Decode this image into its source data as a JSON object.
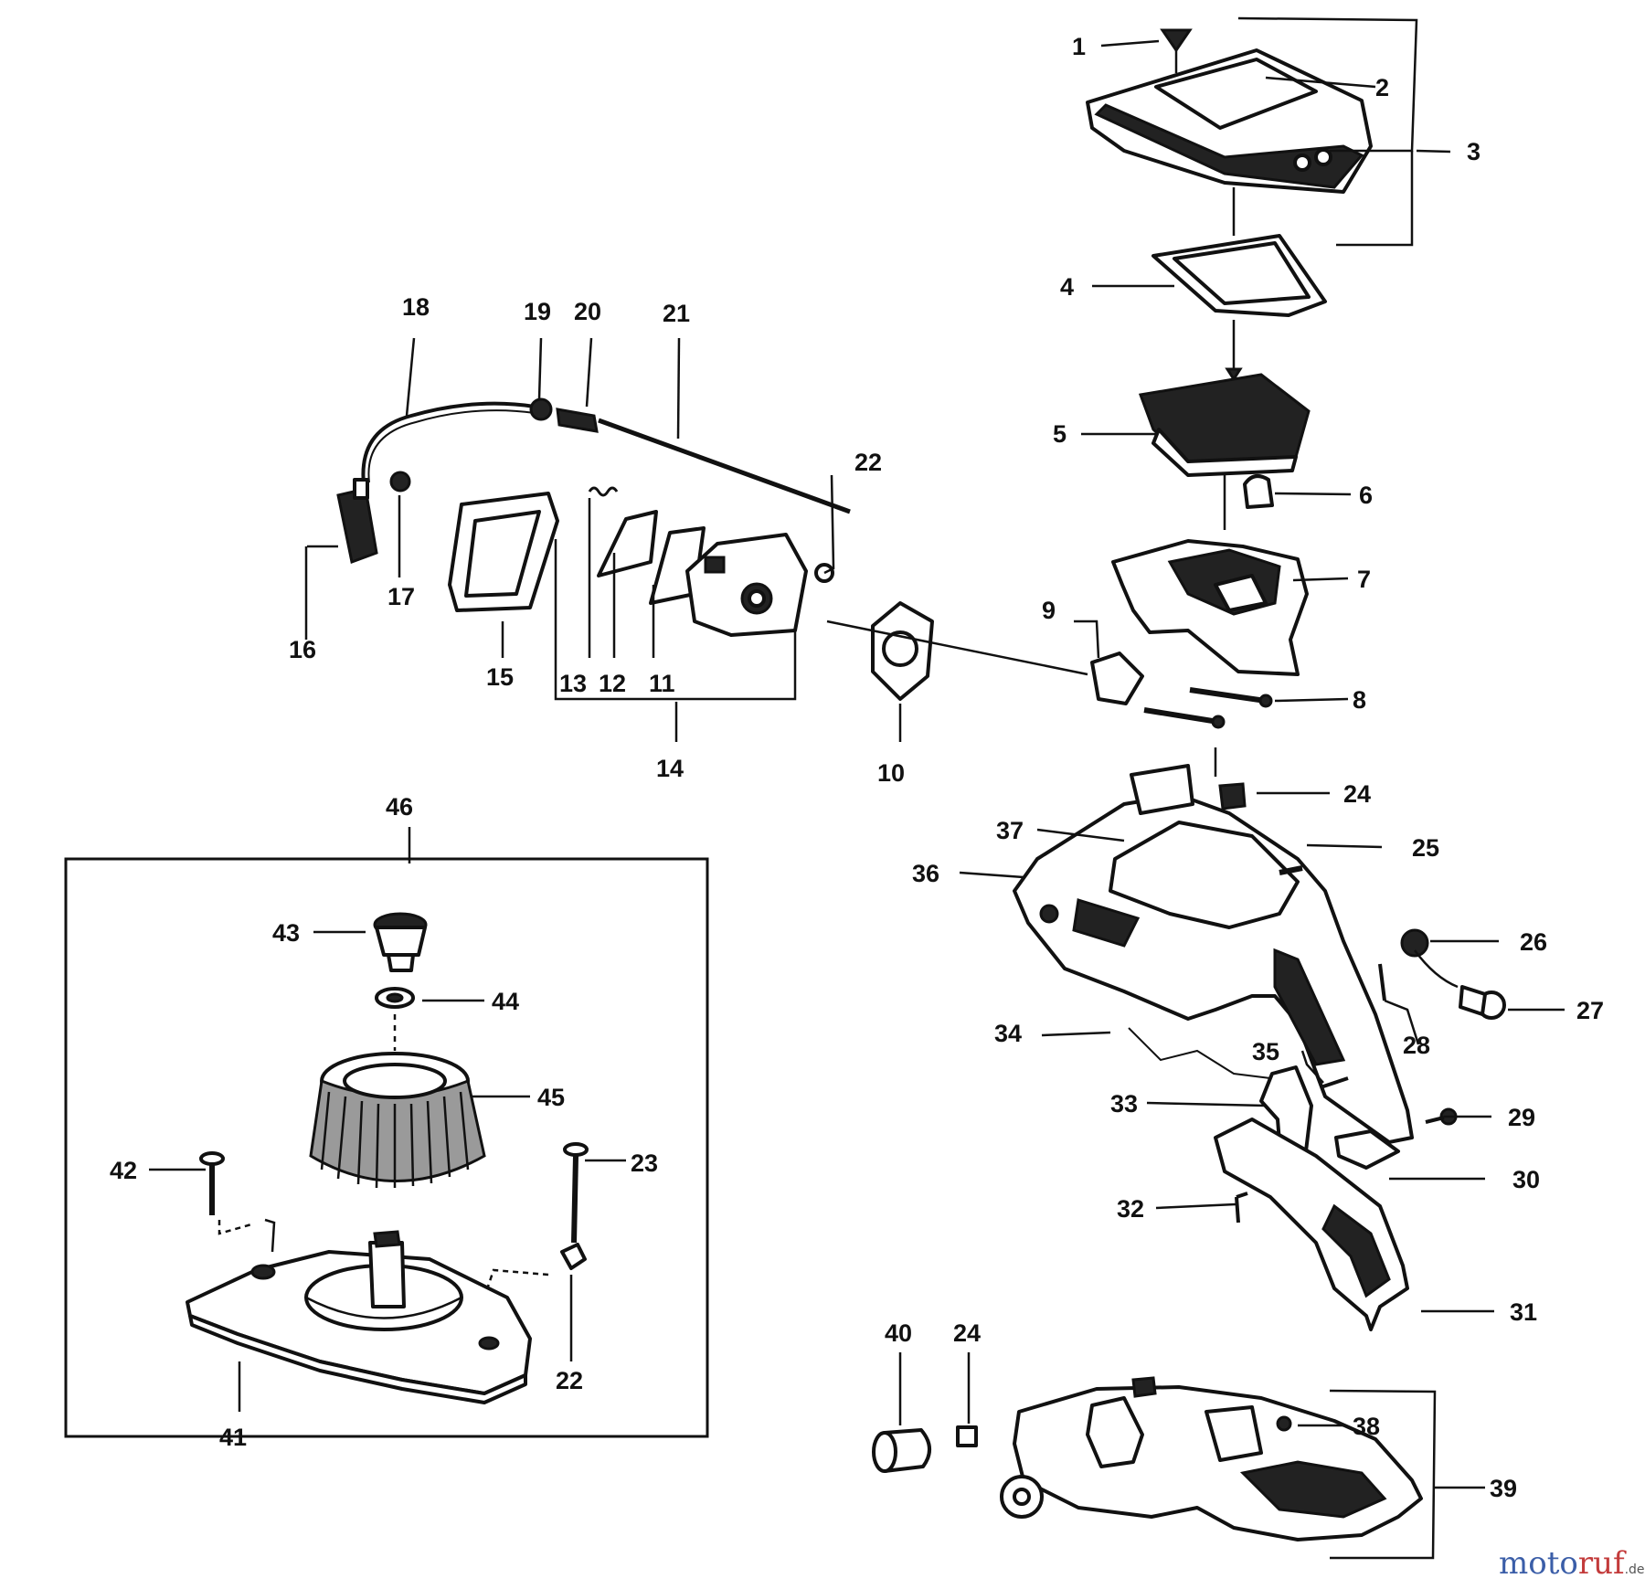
{
  "labels": {
    "p1": "1",
    "p2": "2",
    "p3": "3",
    "p4": "4",
    "p5": "5",
    "p6": "6",
    "p7": "7",
    "p8": "8",
    "p9": "9",
    "p10": "10",
    "p11": "11",
    "p12": "12",
    "p13": "13",
    "p14": "14",
    "p15": "15",
    "p16": "16",
    "p17": "17",
    "p18": "18",
    "p19": "19",
    "p20": "20",
    "p21": "21",
    "p22a": "22",
    "p22b": "22",
    "p23": "23",
    "p24a": "24",
    "p24b": "24",
    "p25": "25",
    "p26": "26",
    "p27": "27",
    "p28": "28",
    "p29": "29",
    "p30": "30",
    "p31": "31",
    "p32": "32",
    "p33": "33",
    "p34": "34",
    "p35": "35",
    "p36": "36",
    "p37": "37",
    "p38": "38",
    "p39": "39",
    "p40": "40",
    "p41": "41",
    "p42": "42",
    "p43": "43",
    "p44": "44",
    "p45": "45",
    "p46": "46"
  },
  "watermark": {
    "part1": "moto",
    "part2": "ruf",
    "suffix": ".de"
  }
}
